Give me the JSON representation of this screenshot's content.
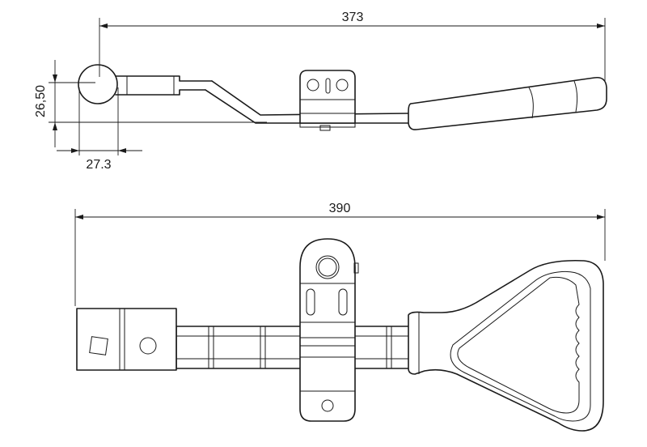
{
  "dimensions": {
    "top_length": "373",
    "tube_height": "26,50",
    "tube_width": "27.3",
    "bottom_length": "390"
  }
}
